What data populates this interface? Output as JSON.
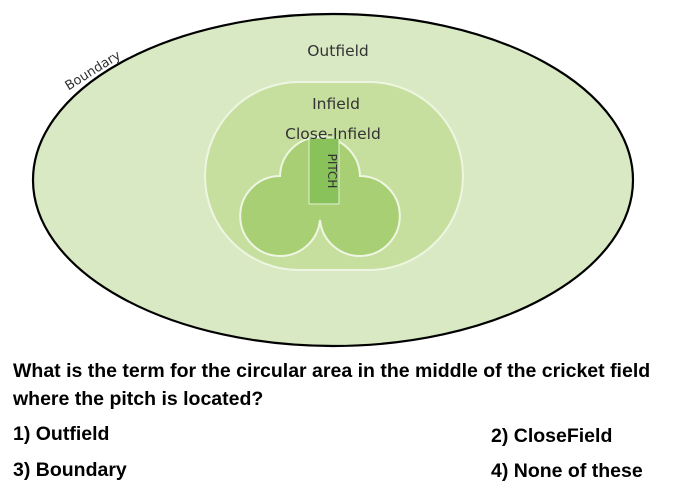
{
  "diagram": {
    "boundary_label": "Boundary",
    "outfield_label": "Outfield",
    "infield_label": "Infield",
    "close_infield_label": "Close-Infield",
    "pitch_label": "PITCH",
    "colors": {
      "outfield_fill": "#d8e9c3",
      "infield_fill": "#c6df9f",
      "close_infield_fill": "#a8cf74",
      "pitch_fill": "#89c25b",
      "boundary_stroke": "#000000",
      "inner_line": "#eef6e2"
    }
  },
  "question": {
    "text": "What is the term for the circular area in the middle of the cricket field where the pitch is located?",
    "options": [
      {
        "label": "1) Outfield"
      },
      {
        "label": "2) CloseField"
      },
      {
        "label": "3) Boundary"
      },
      {
        "label": "4) None of these"
      }
    ]
  }
}
